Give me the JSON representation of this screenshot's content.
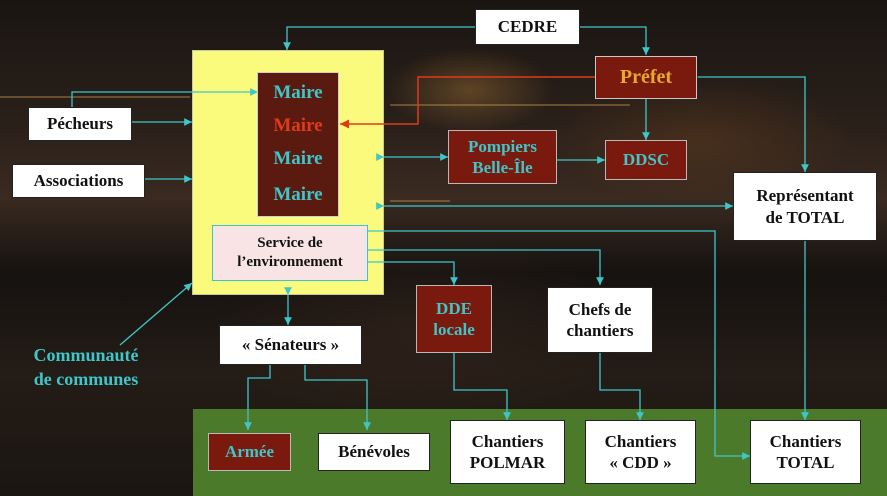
{
  "nodes": {
    "cedre": "CEDRE",
    "prefet": "Préfet",
    "maire_1": "Maire",
    "maire_2": "Maire",
    "maire_3": "Maire",
    "maire_4": "Maire",
    "pecheurs": "Pécheurs",
    "associations": "Associations",
    "pompiers_line1": "Pompiers",
    "pompiers_line2": "Belle-Île",
    "ddsc": "DDSC",
    "representant_line1": "Représentant",
    "representant_line2": "de TOTAL",
    "service_line1": "Service de",
    "service_line2": "l’environnement",
    "dde_line1": "DDE",
    "dde_line2": "locale",
    "chefs_line1": "Chefs de",
    "chefs_line2": "chantiers",
    "senateurs": "« Sénateurs »",
    "communaute_line1": "Communauté",
    "communaute_line2": "de communes",
    "armee": "Armée",
    "benevoles": "Bénévoles",
    "polmar_line1": "Chantiers",
    "polmar_line2": "POLMAR",
    "cdd_line1": "Chantiers",
    "cdd_line2": "« CDD »",
    "total_line1": "Chantiers",
    "total_line2": "TOTAL"
  },
  "colors": {
    "connector": "#3ec6c9",
    "prefet_connector": "#e03a1a",
    "dark_box": "#7a1a0e",
    "maire_highlight": "#e03a1a",
    "yellow_area": "#fafa7c",
    "green_band": "#4a7a2a",
    "prefet_text": "#e8a830"
  }
}
